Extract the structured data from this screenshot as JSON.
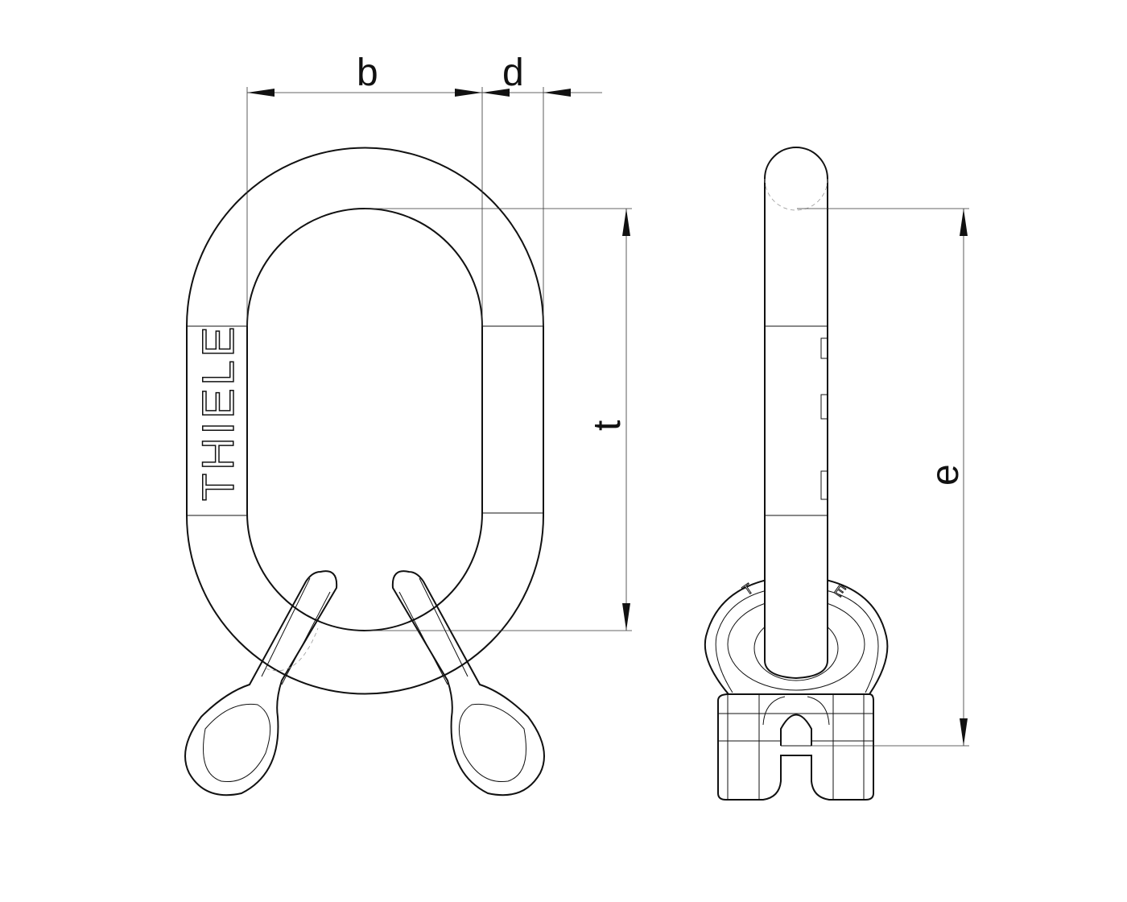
{
  "dimensions": {
    "b": "b",
    "d": "d",
    "t": "t",
    "e": "e"
  },
  "logo_text": "THIELE",
  "ring_letters": {
    "left": "T",
    "right": "E"
  }
}
